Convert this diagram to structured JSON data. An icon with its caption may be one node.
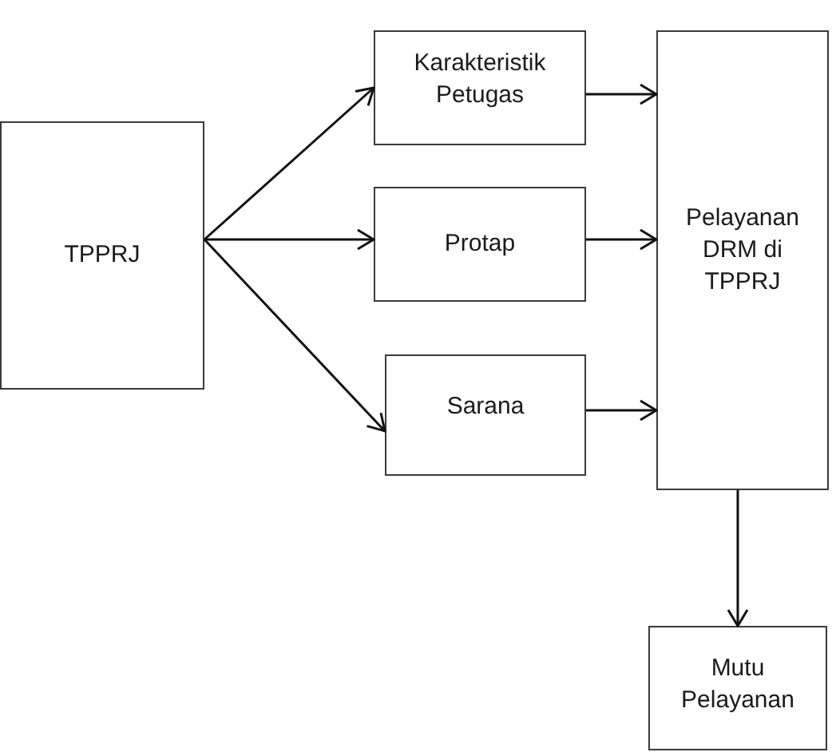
{
  "diagram": {
    "nodes": [
      {
        "text": [
          "TPPRJ"
        ]
      },
      {
        "text": [
          "Karakteristik Petugas"
        ]
      },
      {
        "text": [
          "Protap"
        ]
      },
      {
        "text": [
          "Sarana"
        ]
      },
      {
        "text": [
          "Pelayanan DRM di TPPRJ"
        ]
      },
      {
        "text": [
          "Mutu Pelayanan"
        ]
      }
    ],
    "edges": [
      {
        "from": 0,
        "to": 1,
        "arrow": "to"
      },
      {
        "from": 0,
        "to": 2,
        "arrow": "to"
      },
      {
        "from": 0,
        "to": 3,
        "arrow": "to"
      },
      {
        "from": 1,
        "to": 4,
        "arrow": "to"
      },
      {
        "from": 2,
        "to": 4,
        "arrow": "to"
      },
      {
        "from": 3,
        "to": 4,
        "arrow": "to"
      },
      {
        "from": 4,
        "to": 5,
        "arrow": "to"
      }
    ]
  }
}
